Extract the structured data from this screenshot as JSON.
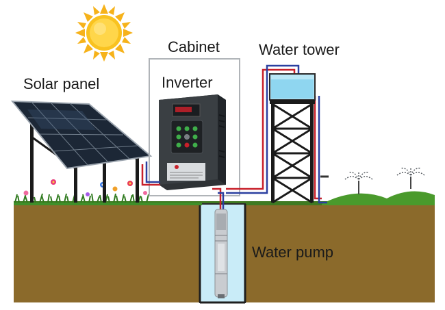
{
  "labels": {
    "solar_panel": "Solar panel",
    "cabinet": "Cabinet",
    "inverter": "Inverter",
    "water_tower": "Water tower",
    "water_pump": "Water pump"
  },
  "colors": {
    "sun": "#f6b21a",
    "soil": "#8b6a2b",
    "grass": "#3f8f2a",
    "water": "#c9ecf8",
    "positive_wire": "#c8202a",
    "negative_wire": "#2b3fa0",
    "panel": "#1c2736",
    "inverter_body": "#2f3336"
  },
  "icons": [
    "sun-icon",
    "solar-panel-icon",
    "inverter-icon",
    "water-tower-icon",
    "submersible-pump-icon",
    "sprinkler-icon",
    "flower-icon"
  ]
}
